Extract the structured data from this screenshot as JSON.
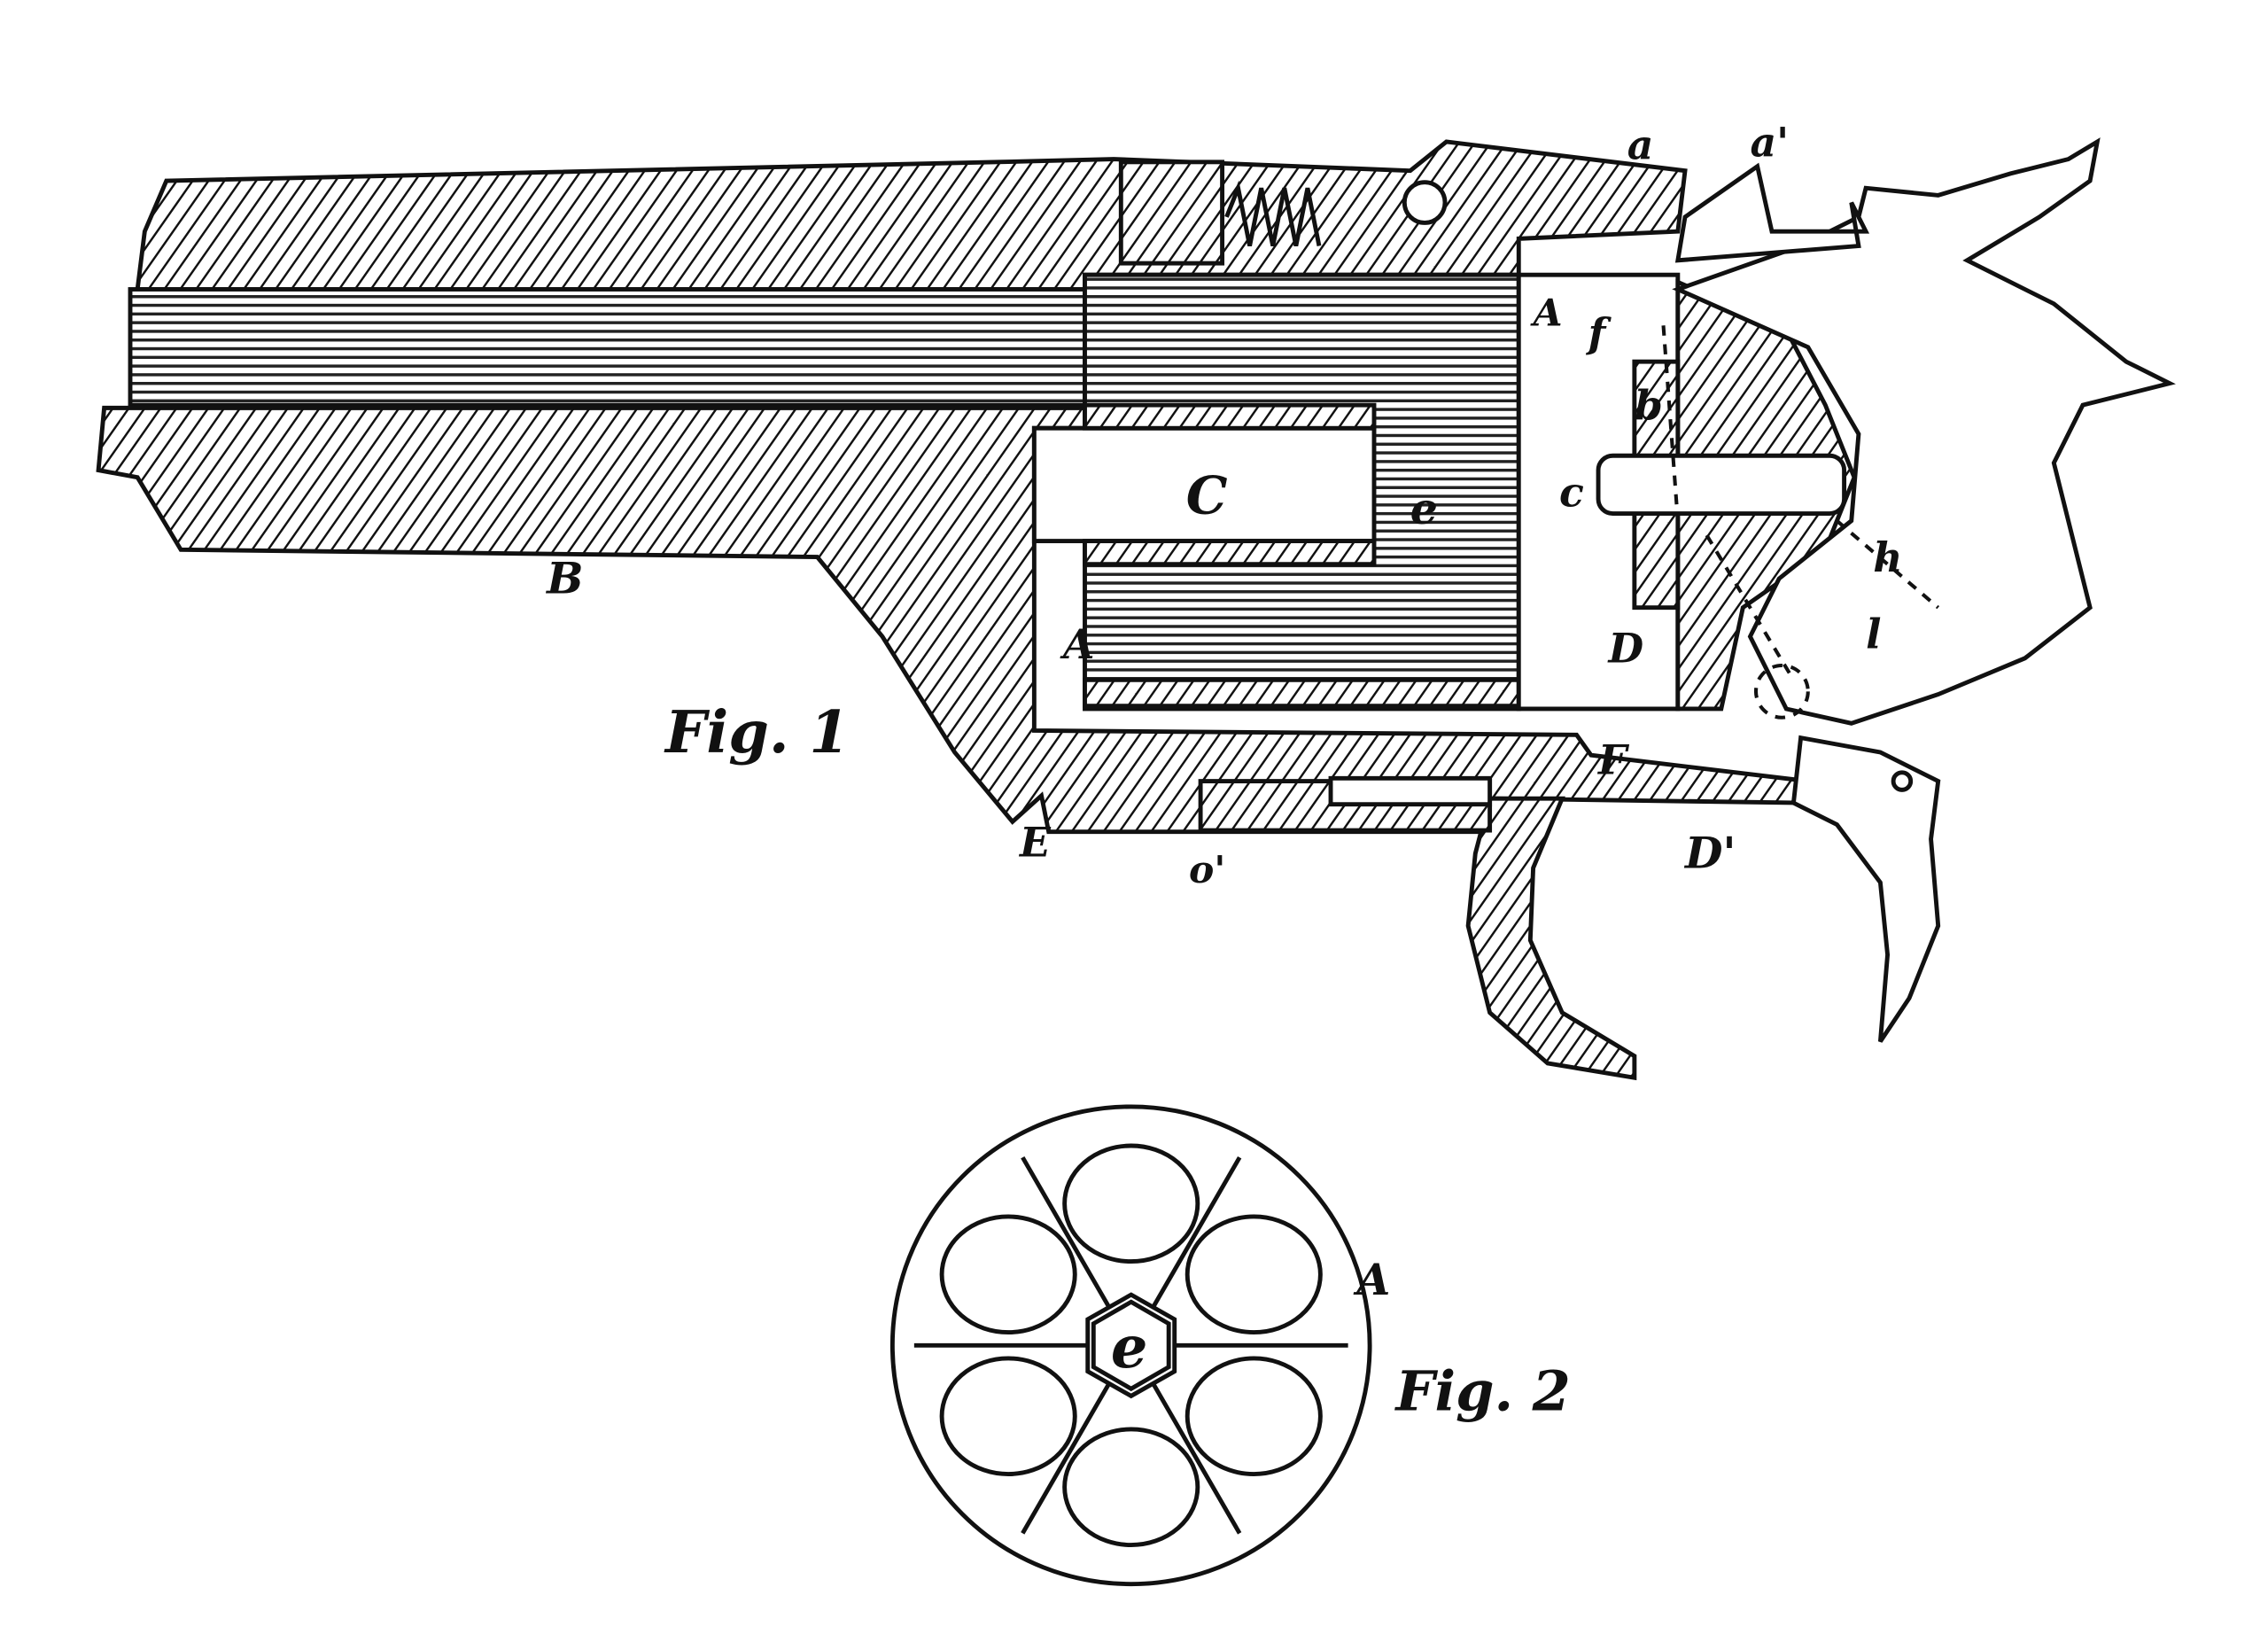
{
  "figure1": {
    "caption": "Fig. 1",
    "labels": {
      "a": "a",
      "a_prime": "a'",
      "A_top": "A",
      "f": "f",
      "b": "b",
      "c": "c",
      "e": "e",
      "C": "C",
      "B": "B",
      "A_lower": "A",
      "D": "D",
      "h": "h",
      "l": "l",
      "E": "E",
      "o_prime": "o'",
      "F": "F",
      "D_prime": "D'"
    }
  },
  "figure2": {
    "caption": "Fig. 2",
    "labels": {
      "A": "A",
      "e": "e"
    },
    "chamber_count": 6
  }
}
